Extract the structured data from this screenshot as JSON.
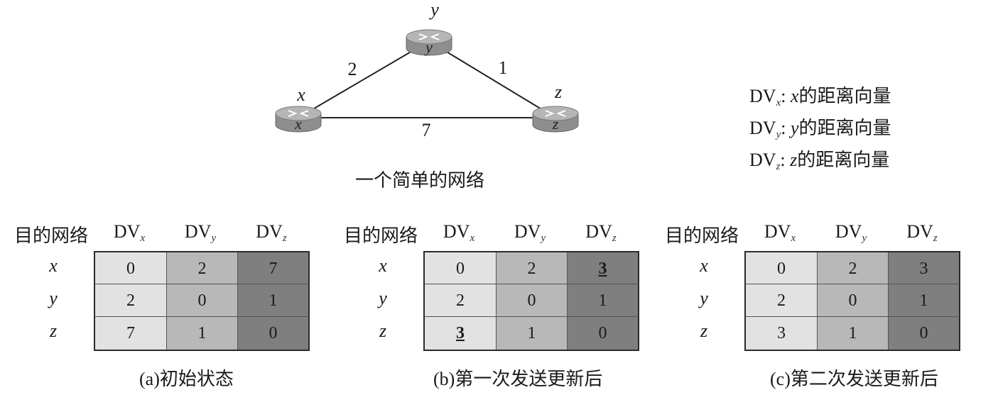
{
  "network": {
    "caption": "一个简单的网络",
    "nodes": [
      {
        "id": "x",
        "label": "x"
      },
      {
        "id": "y",
        "label": "y"
      },
      {
        "id": "z",
        "label": "z"
      }
    ],
    "links": [
      {
        "from": "x",
        "to": "y",
        "cost": "2"
      },
      {
        "from": "y",
        "to": "z",
        "cost": "1"
      },
      {
        "from": "x",
        "to": "z",
        "cost": "7"
      }
    ]
  },
  "legend": {
    "items": [
      {
        "prefix": "DV",
        "sub": "x",
        "text_var": "x",
        "text_rest": "的距离向量"
      },
      {
        "prefix": "DV",
        "sub": "y",
        "text_var": "y",
        "text_rest": "的距离向量"
      },
      {
        "prefix": "DV",
        "sub": "z",
        "text_var": "z",
        "text_rest": "的距离向量"
      }
    ],
    "separator": ":"
  },
  "tables": [
    {
      "header_dest": "目的网络",
      "columns": [
        {
          "prefix": "DV",
          "sub": "x"
        },
        {
          "prefix": "DV",
          "sub": "y"
        },
        {
          "prefix": "DV",
          "sub": "z"
        }
      ],
      "rows": [
        {
          "label": "x",
          "cells": [
            {
              "v": "0"
            },
            {
              "v": "2"
            },
            {
              "v": "7"
            }
          ]
        },
        {
          "label": "y",
          "cells": [
            {
              "v": "2"
            },
            {
              "v": "0"
            },
            {
              "v": "1"
            }
          ]
        },
        {
          "label": "z",
          "cells": [
            {
              "v": "7"
            },
            {
              "v": "1"
            },
            {
              "v": "0"
            }
          ]
        }
      ],
      "caption": "(a)初始状态"
    },
    {
      "header_dest": "目的网络",
      "columns": [
        {
          "prefix": "DV",
          "sub": "x"
        },
        {
          "prefix": "DV",
          "sub": "y"
        },
        {
          "prefix": "DV",
          "sub": "z"
        }
      ],
      "rows": [
        {
          "label": "x",
          "cells": [
            {
              "v": "0"
            },
            {
              "v": "2"
            },
            {
              "v": "3",
              "updated": true
            }
          ]
        },
        {
          "label": "y",
          "cells": [
            {
              "v": "2"
            },
            {
              "v": "0"
            },
            {
              "v": "1"
            }
          ]
        },
        {
          "label": "z",
          "cells": [
            {
              "v": "3",
              "updated": true
            },
            {
              "v": "1"
            },
            {
              "v": "0"
            }
          ]
        }
      ],
      "caption": "(b)第一次发送更新后"
    },
    {
      "header_dest": "目的网络",
      "columns": [
        {
          "prefix": "DV",
          "sub": "x"
        },
        {
          "prefix": "DV",
          "sub": "y"
        },
        {
          "prefix": "DV",
          "sub": "z"
        }
      ],
      "rows": [
        {
          "label": "x",
          "cells": [
            {
              "v": "0"
            },
            {
              "v": "2"
            },
            {
              "v": "3"
            }
          ]
        },
        {
          "label": "y",
          "cells": [
            {
              "v": "2"
            },
            {
              "v": "0"
            },
            {
              "v": "1"
            }
          ]
        },
        {
          "label": "z",
          "cells": [
            {
              "v": "3"
            },
            {
              "v": "1"
            },
            {
              "v": "0"
            }
          ]
        }
      ],
      "caption": "(c)第二次发送更新后"
    }
  ],
  "colors": {
    "col_x": "#e2e2e2",
    "col_y": "#b8b8b8",
    "col_z": "#7f7f7f",
    "router_body": "#8e8e8e",
    "router_top": "#b5b5b5"
  }
}
